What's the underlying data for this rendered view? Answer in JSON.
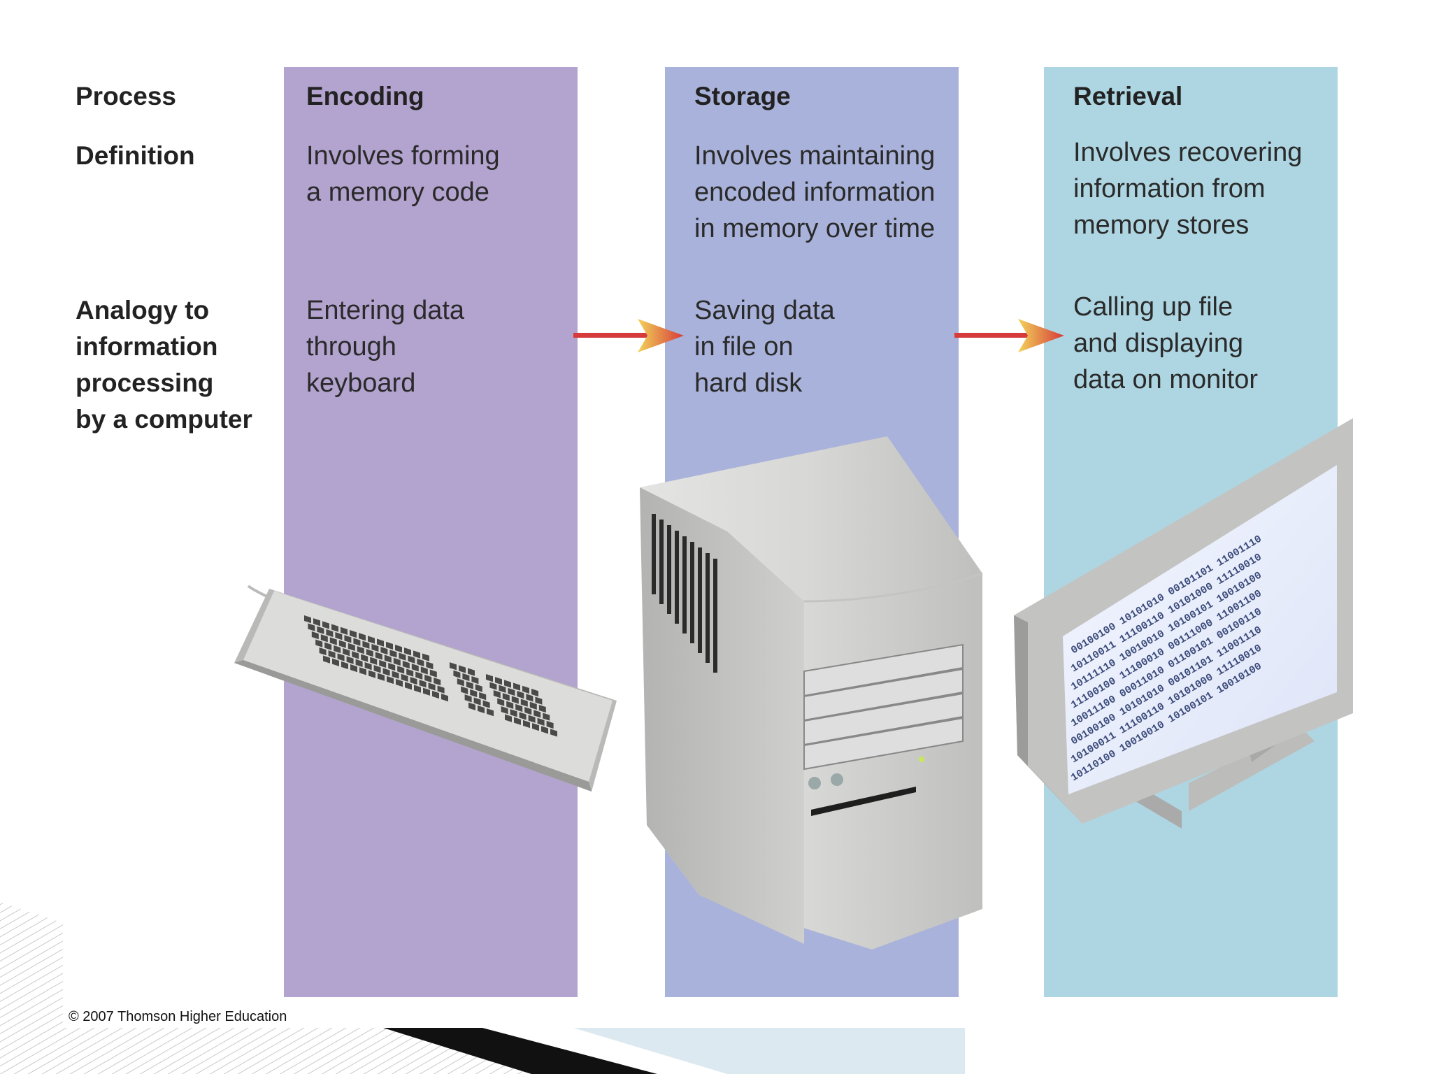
{
  "row_labels": {
    "process": "Process",
    "definition": "Definition",
    "analogy": "Analogy to\ninformation\nprocessing\nby a computer"
  },
  "columns": [
    {
      "process": "Encoding",
      "definition": "Involves forming\na memory code",
      "analogy": "Entering data\nthrough\nkeyboard",
      "color": "#b3a3cf",
      "illustration": "keyboard-icon"
    },
    {
      "process": "Storage",
      "definition": "Involves maintaining\nencoded information\nin memory over time",
      "analogy": "Saving data\nin file on\nhard disk",
      "color": "#a9b2da",
      "illustration": "computer-tower-icon"
    },
    {
      "process": "Retrieval",
      "definition": "Involves recovering\ninformation from\nmemory stores",
      "analogy": "Calling up file\nand displaying\ndata on monitor",
      "color": "#aed6e2",
      "illustration": "monitor-icon"
    }
  ],
  "monitor_binary": [
    "00100100 10101010 00101101 11001110",
    "10110011 11100110 10101000 11110010",
    "10111110 10010010 10100101 10010100",
    "11100100 11100010 00111000 11001100",
    "10011100 00011010 01100101 00100110",
    "00100100 10101010 00101101 11001110",
    "10100011 11100110 10101000 11110010",
    "10110100 10010010 10100101 10010100"
  ],
  "footer": "© 2007 Thomson Higher Education",
  "arrow_color": "#d63a3a"
}
